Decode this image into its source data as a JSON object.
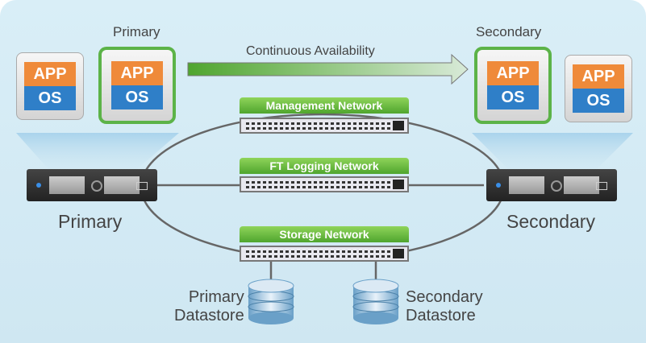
{
  "labels": {
    "primary_vm": "Primary",
    "secondary_vm": "Secondary",
    "arrow": "Continuous Availability",
    "primary_host": "Primary",
    "secondary_host": "Secondary",
    "primary_datastore": [
      "Primary",
      "Datastore"
    ],
    "secondary_datastore": [
      "Secondary",
      "Datastore"
    ]
  },
  "vm": {
    "app": "APP",
    "os": "OS"
  },
  "networks": [
    "Management Network",
    "FT Logging Network",
    "Storage Network"
  ],
  "colors": {
    "accent_green": "#5cb348",
    "app_orange": "#ef8a3a",
    "os_blue": "#2f7fc8"
  }
}
